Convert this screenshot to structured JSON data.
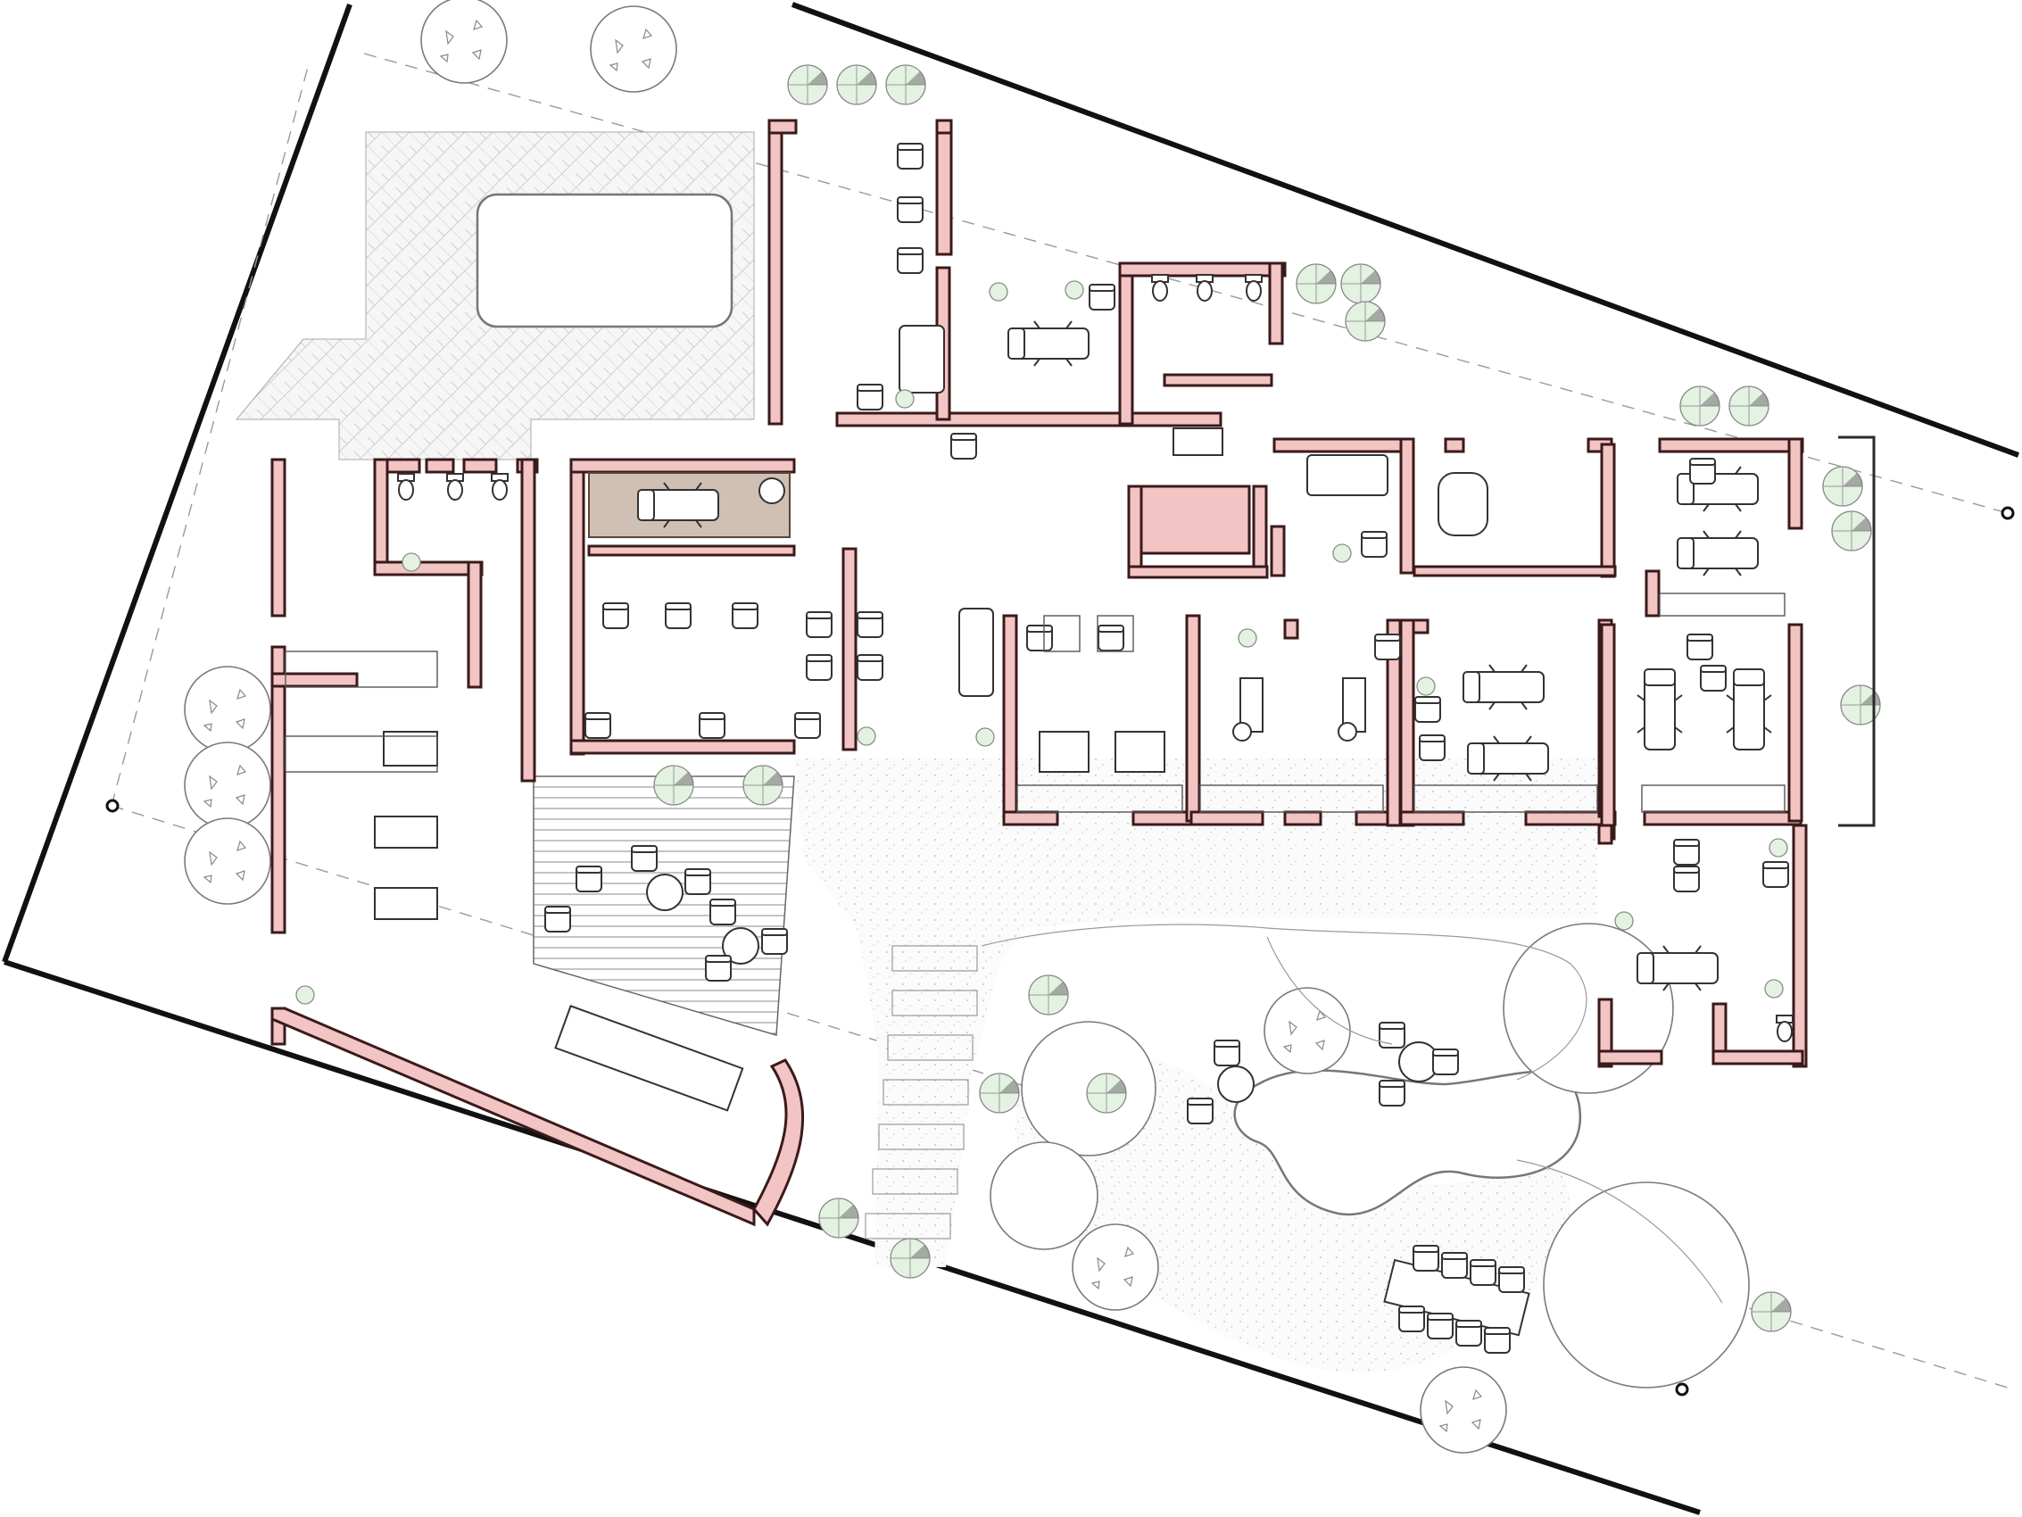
{
  "drawing": {
    "type": "site-floor-plan",
    "colors": {
      "wall_fill": "#f3c4c4",
      "wall_outline": "#3a1a1a",
      "highlight_room": "#cfc0b3",
      "vegetation": "#e3f2e1",
      "boundary": "#111111"
    },
    "elements": [
      "property-boundary",
      "parking-paving",
      "pool",
      "deck-terrace",
      "garden-pond",
      "trees",
      "treatment-rooms",
      "restrooms",
      "lounge",
      "dining-table"
    ]
  }
}
